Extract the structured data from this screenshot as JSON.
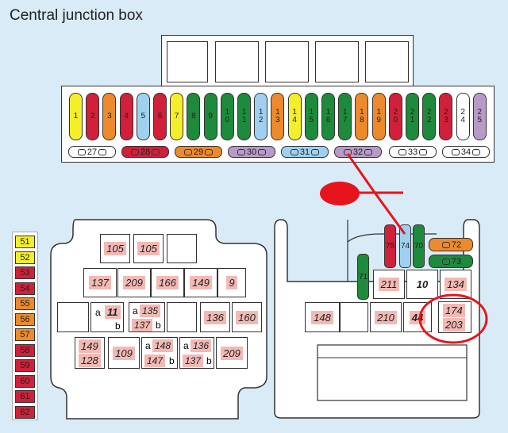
{
  "title": "Central junction box",
  "colors": {
    "yellow": "#f5ee2a",
    "red": "#d0203a",
    "orange": "#ec8a2c",
    "blue": "#9fd0ef",
    "green": "#1e8a3c",
    "purple": "#b79ac8",
    "white": "#ffffff",
    "pink": "#f3b9b4",
    "marker": "#e8141c"
  },
  "top_fuses": [
    {
      "id": "1",
      "color": "yellow"
    },
    {
      "id": "2",
      "color": "red"
    },
    {
      "id": "3",
      "color": "orange"
    },
    {
      "id": "4",
      "color": "red"
    },
    {
      "id": "5",
      "color": "blue"
    },
    {
      "id": "6",
      "color": "red"
    },
    {
      "id": "7",
      "color": "yellow"
    },
    {
      "id": "8",
      "color": "green"
    },
    {
      "id": "9",
      "color": "green"
    },
    {
      "id": "10",
      "color": "green"
    },
    {
      "id": "11",
      "color": "green"
    },
    {
      "id": "12",
      "color": "blue"
    },
    {
      "id": "13",
      "color": "orange"
    },
    {
      "id": "14",
      "color": "yellow"
    },
    {
      "id": "15",
      "color": "green"
    },
    {
      "id": "16",
      "color": "green"
    },
    {
      "id": "17",
      "color": "green"
    },
    {
      "id": "18",
      "color": "orange"
    },
    {
      "id": "19",
      "color": "orange"
    },
    {
      "id": "20",
      "color": "red"
    },
    {
      "id": "21",
      "color": "green"
    },
    {
      "id": "22",
      "color": "green"
    },
    {
      "id": "23",
      "color": "red"
    },
    {
      "id": "24",
      "color": "white"
    },
    {
      "id": "25",
      "color": "purple"
    }
  ],
  "mid_fuses": [
    {
      "id": "27",
      "color": "white"
    },
    {
      "id": "28",
      "color": "red"
    },
    {
      "id": "29",
      "color": "orange"
    },
    {
      "id": "30",
      "color": "purple"
    },
    {
      "id": "31",
      "color": "blue"
    },
    {
      "id": "32",
      "color": "purple"
    },
    {
      "id": "33",
      "color": "white"
    },
    {
      "id": "34",
      "color": "white"
    }
  ],
  "left_column": [
    {
      "id": "51",
      "color": "yellow"
    },
    {
      "id": "52",
      "color": "yellow"
    },
    {
      "id": "53",
      "color": "red"
    },
    {
      "id": "54",
      "color": "red"
    },
    {
      "id": "55",
      "color": "orange"
    },
    {
      "id": "56",
      "color": "orange"
    },
    {
      "id": "57",
      "color": "orange"
    },
    {
      "id": "58",
      "color": "red"
    },
    {
      "id": "59",
      "color": "red"
    },
    {
      "id": "60",
      "color": "red"
    },
    {
      "id": "61",
      "color": "red"
    },
    {
      "id": "62",
      "color": "red"
    }
  ],
  "left_block": {
    "r1": [
      "105",
      "105"
    ],
    "r2": [
      "137",
      "209",
      "166",
      "149",
      "9"
    ],
    "r3_a1": "a",
    "r3_v1": "11",
    "r3_b1": "b",
    "r3_a2": "a",
    "r3_v2a": "135",
    "r3_v2b": "137",
    "r3_b2": "b",
    "r3_v3": "136",
    "r3_v4": "160",
    "r4_v1a": "149",
    "r4_v1b": "128",
    "r4_v2": "109",
    "r4_a3": "a",
    "r4_v3a": "148",
    "r4_v3b": "147",
    "r4_b3": "b",
    "r4_a4": "a",
    "r4_v4a": "136",
    "r4_v4b": "137",
    "r4_b4": "b",
    "r4_v5": "209"
  },
  "right_block": {
    "f75": "75",
    "f74": "74",
    "f70": "70",
    "f72": "72",
    "f73": "73",
    "f71": "71",
    "r1": [
      "211",
      "10",
      "134"
    ],
    "r2": [
      "148",
      "210",
      "44"
    ],
    "circled": [
      "174",
      "203"
    ]
  }
}
